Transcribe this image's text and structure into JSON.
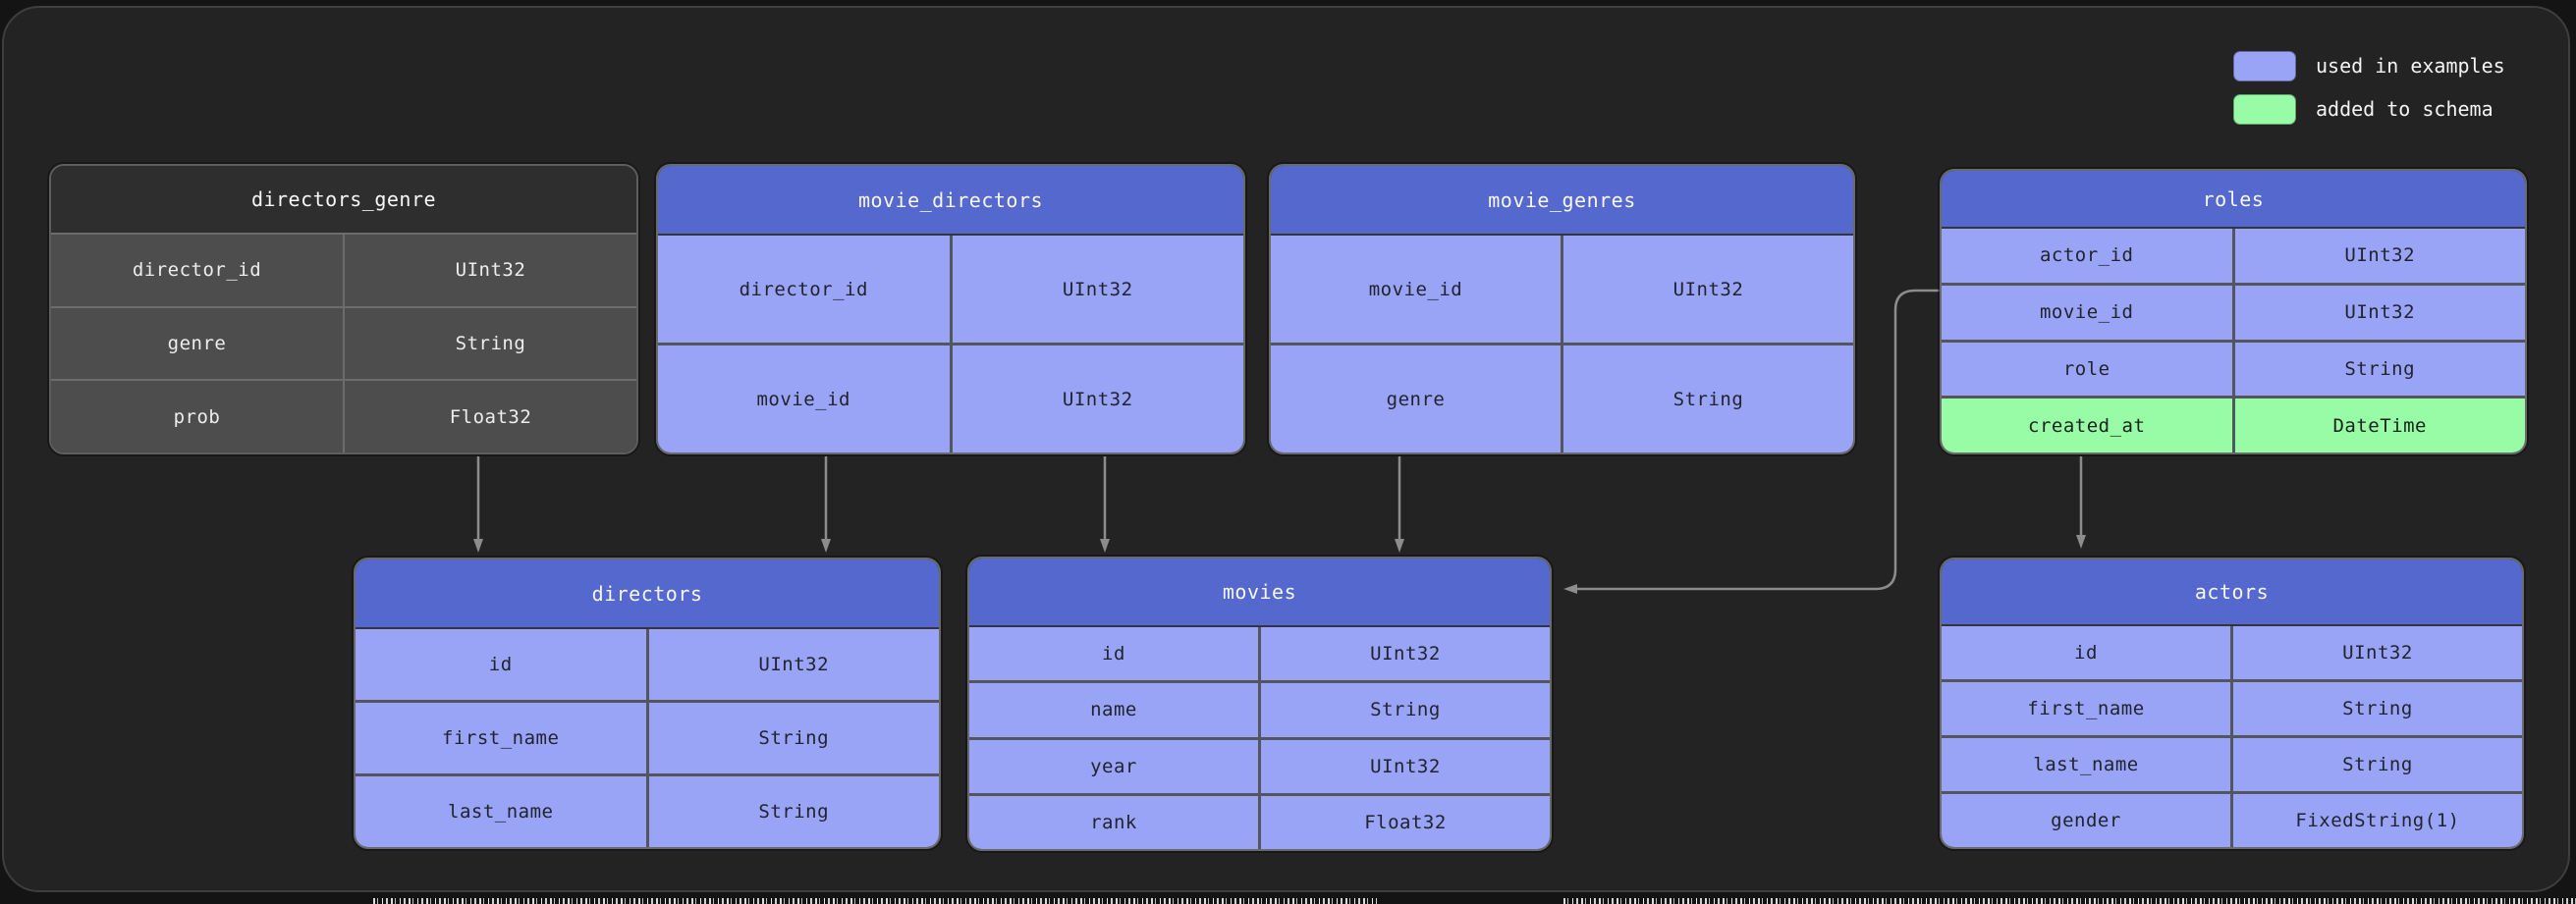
{
  "legend": {
    "items": [
      {
        "key": "used_in_examples",
        "label": "used in examples",
        "color": "#9aa4f6"
      },
      {
        "key": "added_to_schema",
        "label": "added to schema",
        "color": "#98fba5"
      }
    ]
  },
  "diagram": {
    "tables": {
      "directors_genre": {
        "title": "directors_genre",
        "style": "muted-gray",
        "columns": [
          {
            "name": "director_id",
            "type": "UInt32"
          },
          {
            "name": "genre",
            "type": "String"
          },
          {
            "name": "prob",
            "type": "Float32"
          }
        ]
      },
      "movie_directors": {
        "title": "movie_directors",
        "style": "used-in-examples",
        "columns": [
          {
            "name": "director_id",
            "type": "UInt32"
          },
          {
            "name": "movie_id",
            "type": "UInt32"
          }
        ]
      },
      "movie_genres": {
        "title": "movie_genres",
        "style": "used-in-examples",
        "columns": [
          {
            "name": "movie_id",
            "type": "UInt32"
          },
          {
            "name": "genre",
            "type": "String"
          }
        ]
      },
      "roles": {
        "title": "roles",
        "style": "used-in-examples",
        "columns": [
          {
            "name": "actor_id",
            "type": "UInt32"
          },
          {
            "name": "movie_id",
            "type": "UInt32"
          },
          {
            "name": "role",
            "type": "String"
          },
          {
            "name": "created_at",
            "type": "DateTime",
            "style": "added-to-schema"
          }
        ]
      },
      "directors": {
        "title": "directors",
        "style": "used-in-examples",
        "columns": [
          {
            "name": "id",
            "type": "UInt32"
          },
          {
            "name": "first_name",
            "type": "String"
          },
          {
            "name": "last_name",
            "type": "String"
          }
        ]
      },
      "movies": {
        "title": "movies",
        "style": "used-in-examples",
        "columns": [
          {
            "name": "id",
            "type": "UInt32"
          },
          {
            "name": "name",
            "type": "String"
          },
          {
            "name": "year",
            "type": "UInt32"
          },
          {
            "name": "rank",
            "type": "Float32"
          }
        ]
      },
      "actors": {
        "title": "actors",
        "style": "used-in-examples",
        "columns": [
          {
            "name": "id",
            "type": "UInt32"
          },
          {
            "name": "first_name",
            "type": "String"
          },
          {
            "name": "last_name",
            "type": "String"
          },
          {
            "name": "gender",
            "type": "FixedString(1)"
          }
        ]
      }
    },
    "edges": [
      {
        "from": "directors_genre",
        "to": "directors"
      },
      {
        "from": "movie_directors",
        "to": "directors"
      },
      {
        "from": "movie_directors",
        "to": "movies"
      },
      {
        "from": "movie_genres",
        "to": "movies"
      },
      {
        "from": "roles",
        "to": "movies"
      },
      {
        "from": "roles",
        "to": "actors"
      }
    ],
    "colors": {
      "canvas_background": "#232323",
      "header_blue": "#5468cd",
      "row_used_in_examples": "#9aa4f6",
      "row_added_to_schema": "#98fba5",
      "muted_header": "#2e2e2e",
      "muted_row": "#4d4d4d",
      "edge": "#8c8c8c"
    }
  }
}
